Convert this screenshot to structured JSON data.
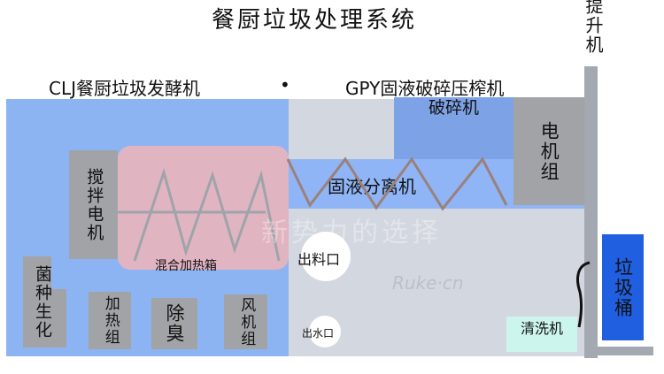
{
  "title": "餐厨垃圾处理系统",
  "lift": "提升机",
  "left_machine": {
    "title": "CLJ餐厨垃圾发酵机",
    "stir_motor": "搅拌电机",
    "mixing_box": "混合加热箱",
    "bacteria": "菌种生化",
    "heater": "加热组",
    "deodorize": "除臭",
    "fan": "风机组"
  },
  "separator_dot": "•",
  "right_machine": {
    "title": "GPY固液破碎压榨机",
    "crusher": "破碎机",
    "motor": "电机组",
    "separator": "固液分离机",
    "outlet_material": "出料口",
    "outlet_water": "出水口",
    "washer": "清洗机"
  },
  "bin": "垃圾桶",
  "watermark": {
    "brand": "Ruke·cn",
    "slogan": "新势力的选择"
  },
  "colors": {
    "left_panel": "#8db4f2",
    "right_panel": "#d3d7df",
    "bin": "#1f5fe0",
    "washer": "#ccf5ee"
  }
}
